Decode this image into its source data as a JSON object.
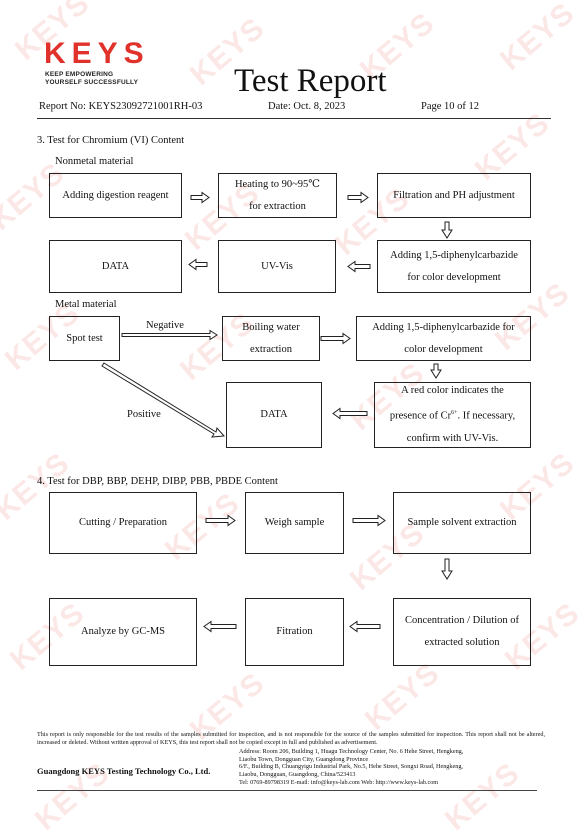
{
  "brand": {
    "logo_text": "KEYS",
    "tagline_line1": "KEEP EMPOWERING",
    "tagline_line2": "YOURSELF SUCCESSFULLY",
    "accent_color": "#e0322a"
  },
  "report": {
    "title": "Test Report",
    "report_no": "Report No: KEYS23092721001RH-03",
    "date": "Date: Oct. 8, 2023",
    "page": "Page 10 of 12"
  },
  "section3": {
    "heading": "3. Test for Chromium (VI) Content",
    "nonmetal_label": "Nonmetal material",
    "metal_label": "Metal material",
    "nonmetal_steps": {
      "digestion": "Adding digestion reagent",
      "heating_1": "Heating to 90~95℃",
      "heating_2": "for extraction",
      "filtration": "Filtration and PH adjustment",
      "diphenyl_1": "Adding 1,5-diphenylcarbazide",
      "diphenyl_2": "for color development",
      "uvvis": "UV-Vis",
      "data": "DATA"
    },
    "metal_steps": {
      "spot": "Spot test",
      "negative": "Negative",
      "positive": "Positive",
      "boiling_1": "Boiling water",
      "boiling_2": "extraction",
      "diphenyl_1": "Adding 1,5-diphenylcarbazide for",
      "diphenyl_2": "color development",
      "red_1": "A red color indicates the",
      "red_2_pre": "presence of Cr",
      "red_2_sup": "6+",
      "red_2_post": ". If necessary,",
      "red_3": "confirm with UV-Vis.",
      "data": "DATA"
    }
  },
  "section4": {
    "heading": "4. Test for DBP, BBP, DEHP, DIBP, PBB, PBDE Content",
    "steps": {
      "cutting": "Cutting / Preparation",
      "weigh": "Weigh sample",
      "solvent": "Sample solvent extraction",
      "concentration_1": "Concentration / Dilution of",
      "concentration_2": "extracted solution",
      "fitration": "Fitration",
      "analyze": "Analyze by GC-MS"
    }
  },
  "footer": {
    "disclaimer": "This report is only responsible for the test results of the samples submitted for inspection, and is not responsible for the source of the samples submitted for inspection. This report shall not be altered, increased or deleted. Without written approval of KEYS, this test report shall not be copied except in full and published as advertisement.",
    "company": "Guangdong KEYS Testing Technology Co., Ltd.",
    "address_1": "Address: Room 206, Building 1, Huagu Technology Center, No. 6 Hehe Street, Hengkeng,",
    "address_2": "Liaobu Town, Dongguan City, Guangdong Province",
    "address_3": "6/F., Building B, Chuangyigu Industrial Park, No.5, Hehe Street, Songxi Road, Hengkeng,",
    "address_4": "Liaobu, Dongguan, Guangdong, China/523413",
    "contact": "Tel: 0769-89798319 E-mail: info@keys-lab.com Web: http://www.keys-lab.com"
  }
}
